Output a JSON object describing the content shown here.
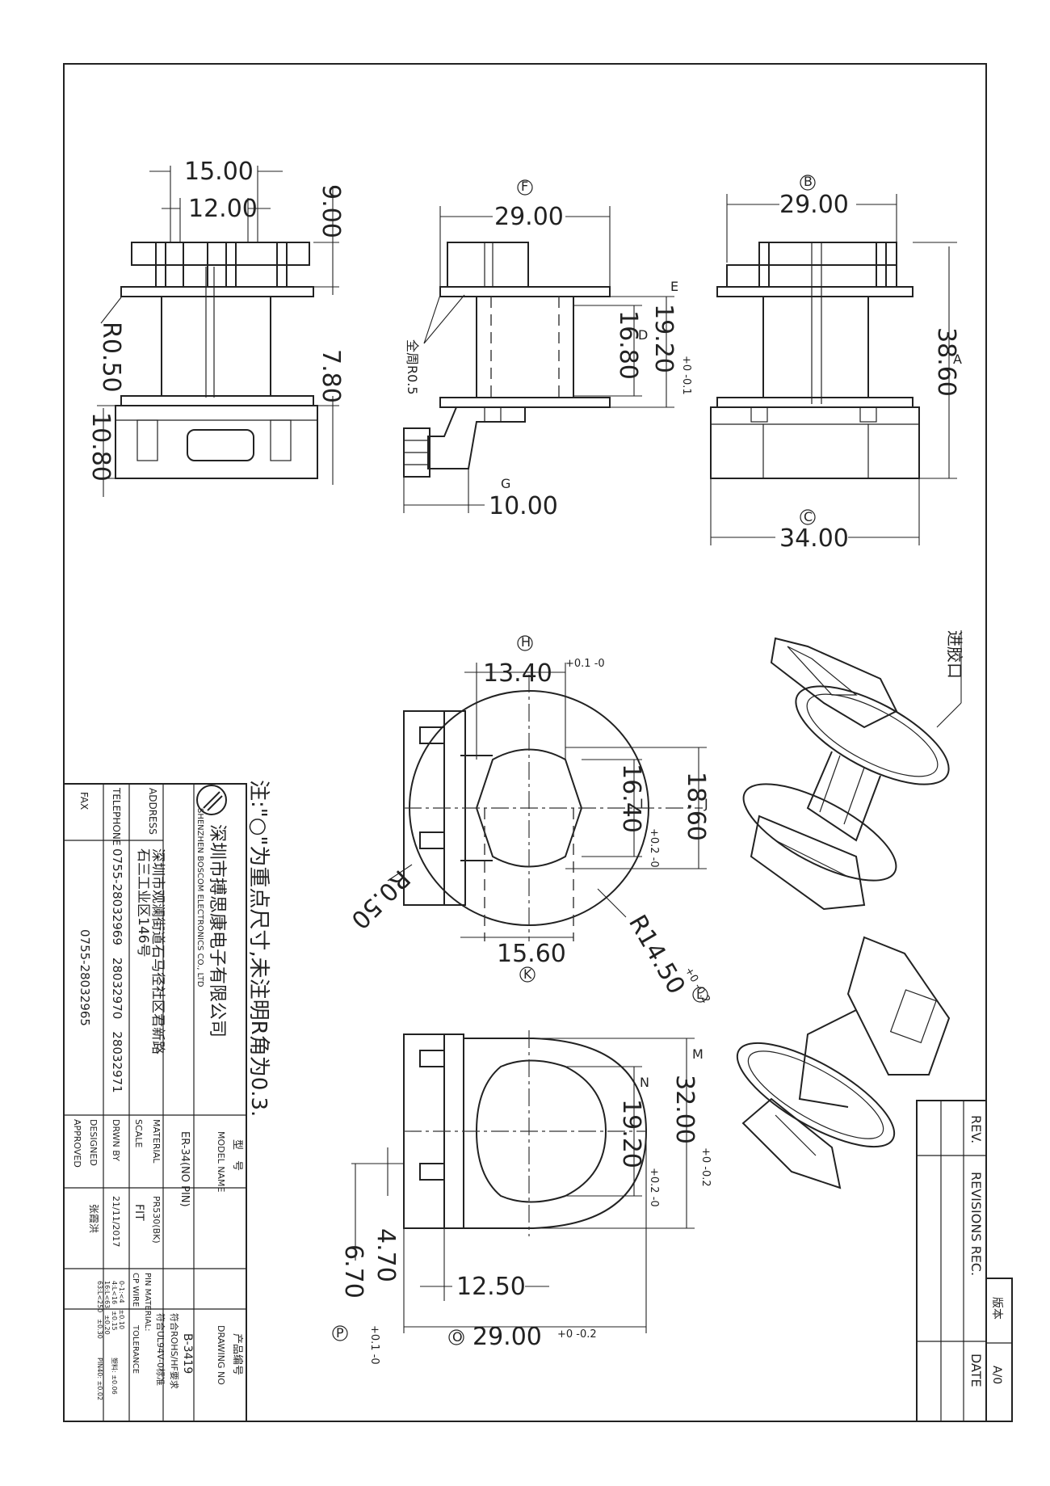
{
  "dimensions": {
    "d15": "15.00",
    "d12": "12.00",
    "d9": "9.00",
    "r050a": "R0.50",
    "d780": "7.80",
    "d1080": "10.80",
    "F": "F",
    "d29f": "29.00",
    "E": "E",
    "d1920": "19.20",
    "tolE": "+0 -0.1",
    "D": "D",
    "d1680": "16.80",
    "allR": "全周R0.5",
    "G": "G",
    "d10": "10.00",
    "B": "B",
    "d29b": "29.00",
    "A": "A",
    "d3860": "38.60",
    "C": "C",
    "d34": "34.00",
    "H": "H",
    "d1340": "13.40",
    "tolH": "+0.1 -0",
    "J": "J",
    "d1860": "18.60",
    "I": "I",
    "d1640": "16.40",
    "tolI": "+0.2 -0",
    "r050b": "R0.50",
    "r1450": "R14.50",
    "tolL": "+0 -0.2",
    "L": "L",
    "d1560": "15.60",
    "K": "K",
    "M": "M",
    "d32": "32.00",
    "tolM": "+0 -0.2",
    "N": "N",
    "d1920n": "19.20",
    "tolN": "+0.2 -0",
    "d470": "4.70",
    "d670": "6.70",
    "tolP": "+0.1 -0",
    "P": "P",
    "d1250": "12.50",
    "O": "O",
    "d29o": "29.00",
    "tolO": "+0 -0.2",
    "gate": "进胶口"
  },
  "note": "注:\"○\"为重点尺寸,未注明R角为0.3.",
  "company": {
    "name_cn": "深圳市搏思康电子有限公司",
    "name_en": "SHENZHEN BOSCOM ELECTRONICS CO., LTD",
    "address_label": "ADDRESS",
    "address": "深圳市观澜街道石马径社区君新路",
    "address2": "石三工业区146号",
    "tel_label": "TELEPHONE",
    "tel": "0755-28032969　28032970　28032971",
    "fax_label": "FAX",
    "fax": "0755-28032965"
  },
  "title_block": {
    "model_cn": "型　号",
    "model_label": "MODEL NAME",
    "model": "ER-34(NO PIN)",
    "material_label": "MATERIAL",
    "material": "PR530(BK)",
    "scale_label": "SCALE",
    "scale": "FIT",
    "drwn_label": "DRWN BY",
    "drwn_date": "21/11/2017",
    "designed_label": "DESIGNED",
    "designed": "张霞洪",
    "approved_label": "APPROVED",
    "drawing_cn": "产品编号",
    "drawing_label": "DRAWING NO",
    "drawing_no": "B-3419",
    "rohs": "符合ROHS/HF要求",
    "ul": "符合UL94V-0标准",
    "pin_label": "PIN MATERIAL:",
    "cp_label": "CP WIRE",
    "tol_label": "TOLERANCE",
    "tol1": "0-1:<4　±0.10",
    "tol2": "4:L<16　±0.15",
    "tol3": "16:L<63　±0.20",
    "tol4": "63:L<250　±0.30",
    "tol5": "塑料: ±0.06",
    "tol6": "PIN40: ±0.02"
  },
  "revisions": {
    "rev_label": "REV.",
    "title": "REVISIONS REC.",
    "date_label": "DATE",
    "version_label": "版本",
    "version": "A/0"
  }
}
